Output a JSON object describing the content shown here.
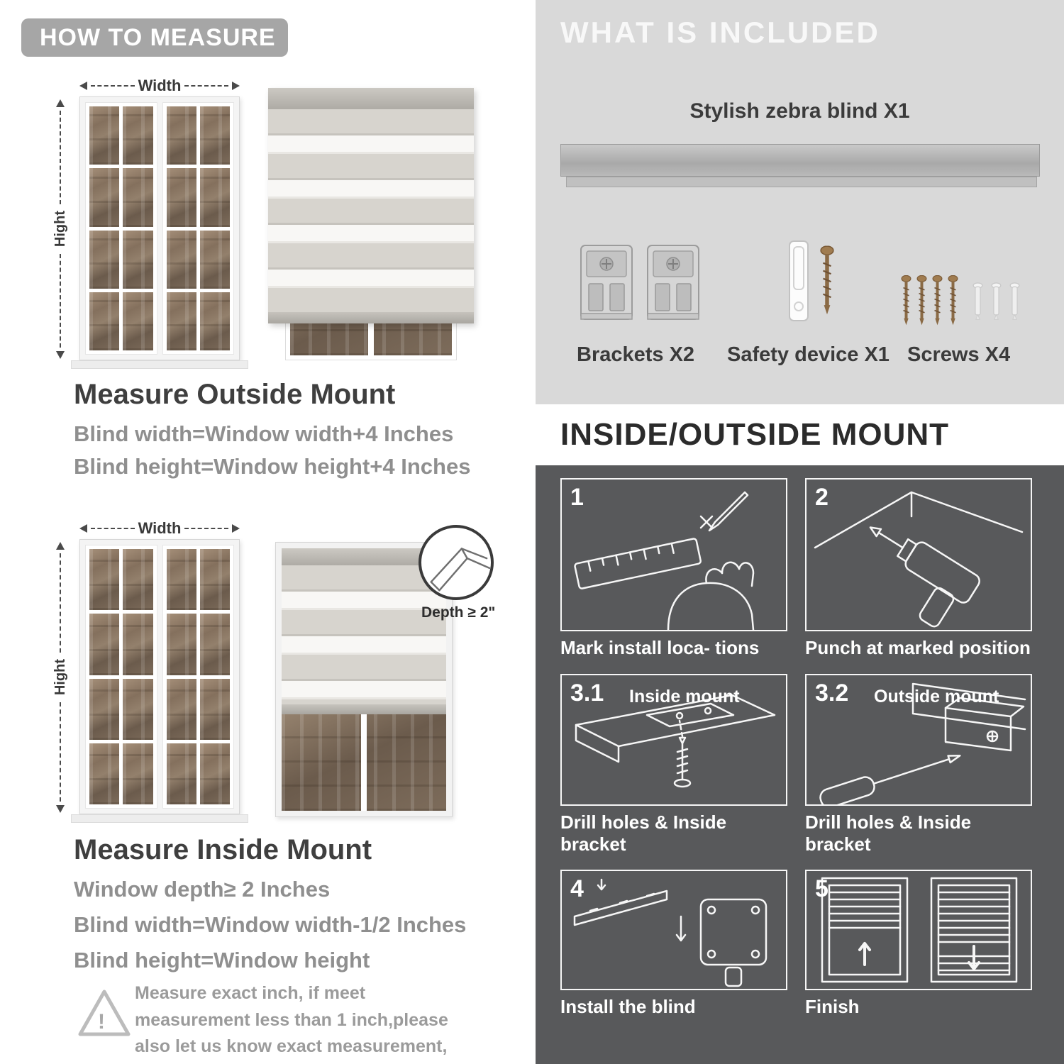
{
  "left": {
    "header": "HOW TO MEASURE",
    "outside": {
      "width_label": "Width",
      "height_label": "Hight",
      "title": "Measure Outside Mount",
      "line1": "Blind width=Window width+4 Inches",
      "line2": "Blind height=Window height+4 Inches"
    },
    "inside": {
      "width_label": "Width",
      "height_label": "Hight",
      "depth_label": "Depth ≥ 2\"",
      "title": "Measure Inside Mount",
      "line1": "Window depth≥ 2 Inches",
      "line2": "Blind width=Window width-1/2 Inches",
      "line3": "Blind height=Window height"
    },
    "warning_mark": "!",
    "note": "Measure exact inch, if meet measurement less than 1 inch,please also let us know exact measurement, please do not leave it"
  },
  "included": {
    "header": "WHAT IS INCLUDED",
    "blind_label": "Stylish zebra blind X1",
    "items": [
      {
        "label": "Brackets X2"
      },
      {
        "label": "Safety device X1"
      },
      {
        "label": "Screws X4"
      }
    ]
  },
  "mount": {
    "header": "INSIDE/OUTSIDE MOUNT",
    "steps": [
      {
        "num": "1",
        "caption": "Mark install loca- tions"
      },
      {
        "num": "2",
        "caption": "Punch at marked position"
      },
      {
        "num": "3.1",
        "inner_label": "Inside mount",
        "caption": "Drill holes & Inside bracket"
      },
      {
        "num": "3.2",
        "inner_label": "Outside mount",
        "caption": "Drill holes & Inside bracket"
      },
      {
        "num": "4",
        "caption": "Install the blind"
      },
      {
        "num": "5",
        "caption": "Finish"
      }
    ]
  }
}
